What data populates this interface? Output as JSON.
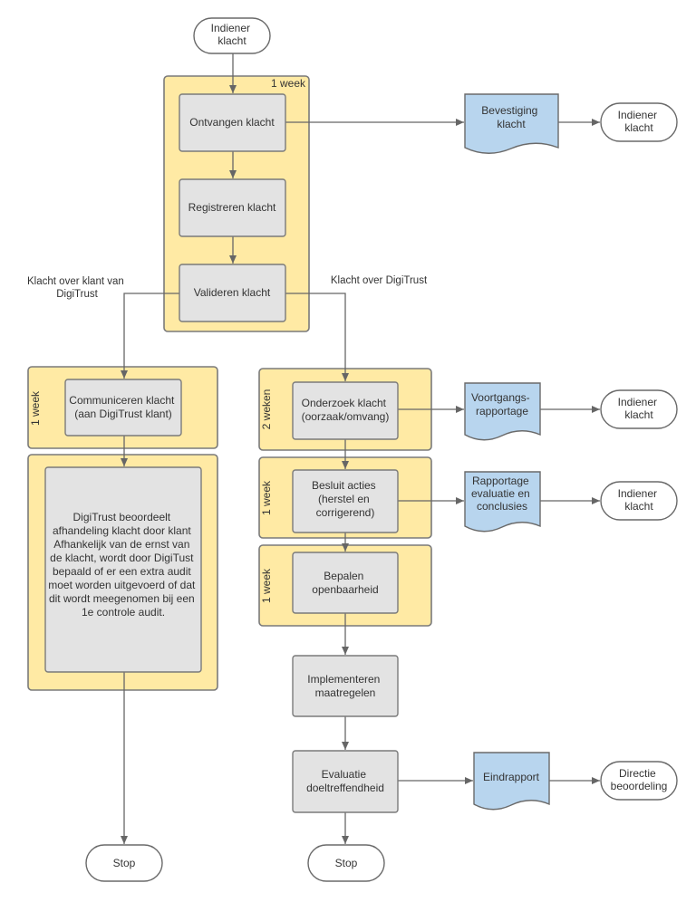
{
  "start": {
    "lines": [
      "Indiener",
      "klacht"
    ]
  },
  "lanes": {
    "top": "1 week",
    "left_comm": "1 week",
    "onderzoek": "2 weken",
    "besluit": "1 week",
    "openbaarheid": "1 week"
  },
  "steps": {
    "ontvangen": [
      "Ontvangen klacht"
    ],
    "registreren": [
      "Registreren klacht"
    ],
    "valideren": [
      "Valideren klacht"
    ],
    "communiceren": [
      "Communiceren klacht",
      "(aan DigiTrust klant)"
    ],
    "beoordeling": [
      "DigiTrust beoordeelt",
      "afhandeling klacht door klant",
      "",
      "Afhankelijk van de ernst van",
      "de klacht, wordt door DigiTust",
      "bepaald of er een extra audit",
      "moet worden uitgevoerd of dat",
      "dit wordt meegenomen bij een",
      "1e controle audit."
    ],
    "onderzoek": [
      "Onderzoek klacht",
      "(oorzaak/omvang)"
    ],
    "besluit": [
      "Besluit acties",
      "(herstel en",
      "corrigerend)"
    ],
    "openbaarheid": [
      "Bepalen",
      "openbaarheid"
    ],
    "implementeren": [
      "Implementeren",
      "maatregelen"
    ],
    "evaluatie": [
      "Evaluatie",
      "doeltreffendheid"
    ]
  },
  "documents": {
    "bevestiging": [
      "Bevestiging",
      "klacht"
    ],
    "voortgang": [
      "Voortgangs-",
      "rapportage"
    ],
    "rapportage": [
      "Rapportage",
      "evaluatie en",
      "conclusies"
    ],
    "eindrapport": [
      "Eindrapport"
    ]
  },
  "terminals": {
    "indiener_1": [
      "Indiener",
      "klacht"
    ],
    "indiener_2": [
      "Indiener",
      "klacht"
    ],
    "indiener_3": [
      "Indiener",
      "klacht"
    ],
    "directie": [
      "Directie",
      "beoordeling"
    ],
    "stop_left": [
      "Stop"
    ],
    "stop_right": [
      "Stop"
    ]
  },
  "branch_labels": {
    "left": [
      "Klacht over klant van",
      "DigiTrust"
    ],
    "right": [
      "Klacht over DigiTrust"
    ]
  },
  "colors": {
    "lane": "#ffeaa4",
    "process": "#e3e3e3",
    "document": "#b8d5ee"
  }
}
